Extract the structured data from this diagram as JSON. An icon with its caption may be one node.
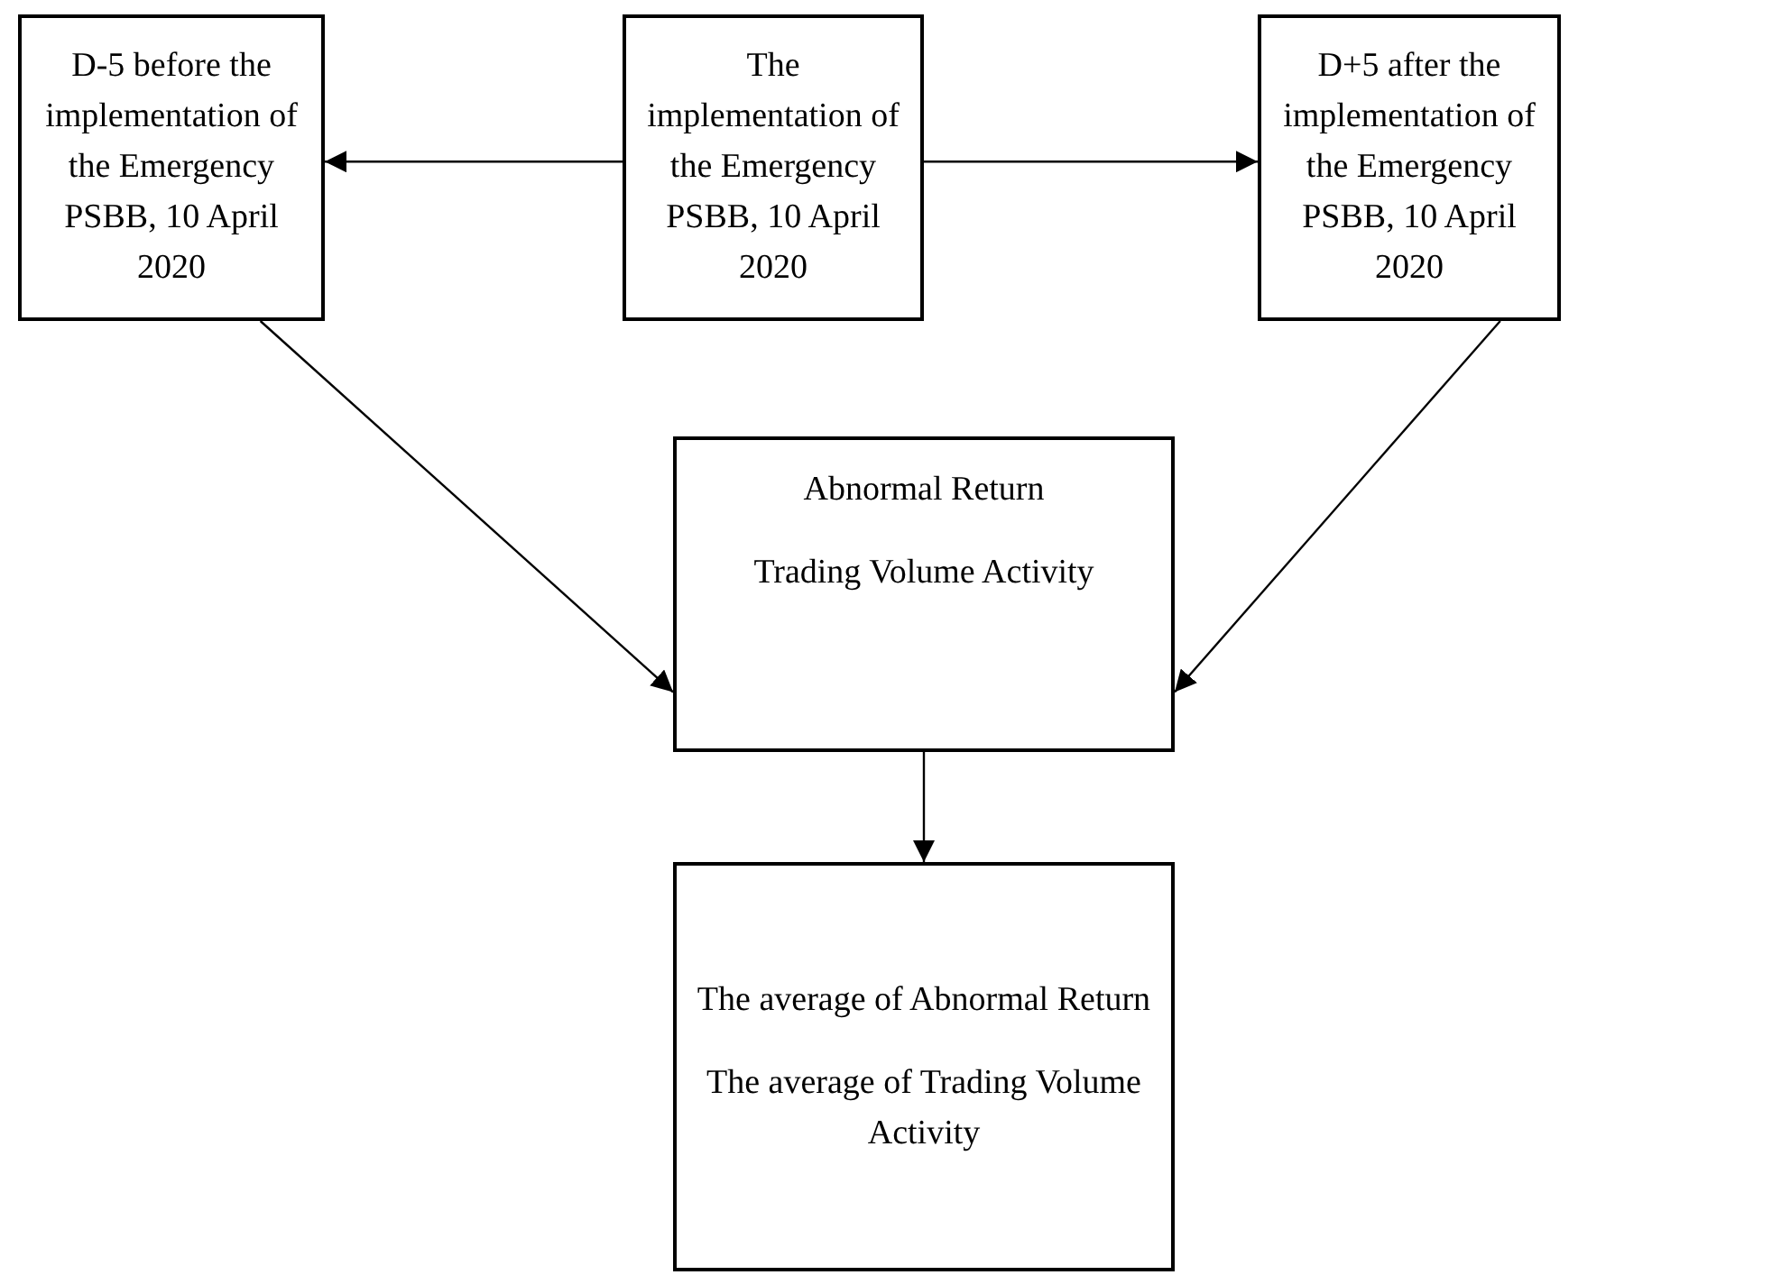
{
  "diagram": {
    "nodes": [
      {
        "text": [
          "D-5 before the implementation of the Emergency PSBB, 10 April 2020"
        ]
      },
      {
        "text": [
          "The implementation of the Emergency PSBB, 10 April 2020"
        ]
      },
      {
        "text": [
          "D+5 after the implementation of the Emergency PSBB, 10 April 2020"
        ]
      },
      {
        "text": [
          "Abnormal Return",
          "Trading Volume Activity"
        ]
      },
      {
        "text": [
          "The average of Abnormal Return",
          "The average of Trading Volume Activity"
        ]
      }
    ],
    "edges": [
      {
        "from": 1,
        "to": 0,
        "arrow": "to"
      },
      {
        "from": 1,
        "to": 2,
        "arrow": "to"
      },
      {
        "from": 0,
        "to": 3,
        "arrow": "to"
      },
      {
        "from": 2,
        "to": 3,
        "arrow": "to"
      },
      {
        "from": 3,
        "to": 4,
        "arrow": "to"
      }
    ]
  }
}
